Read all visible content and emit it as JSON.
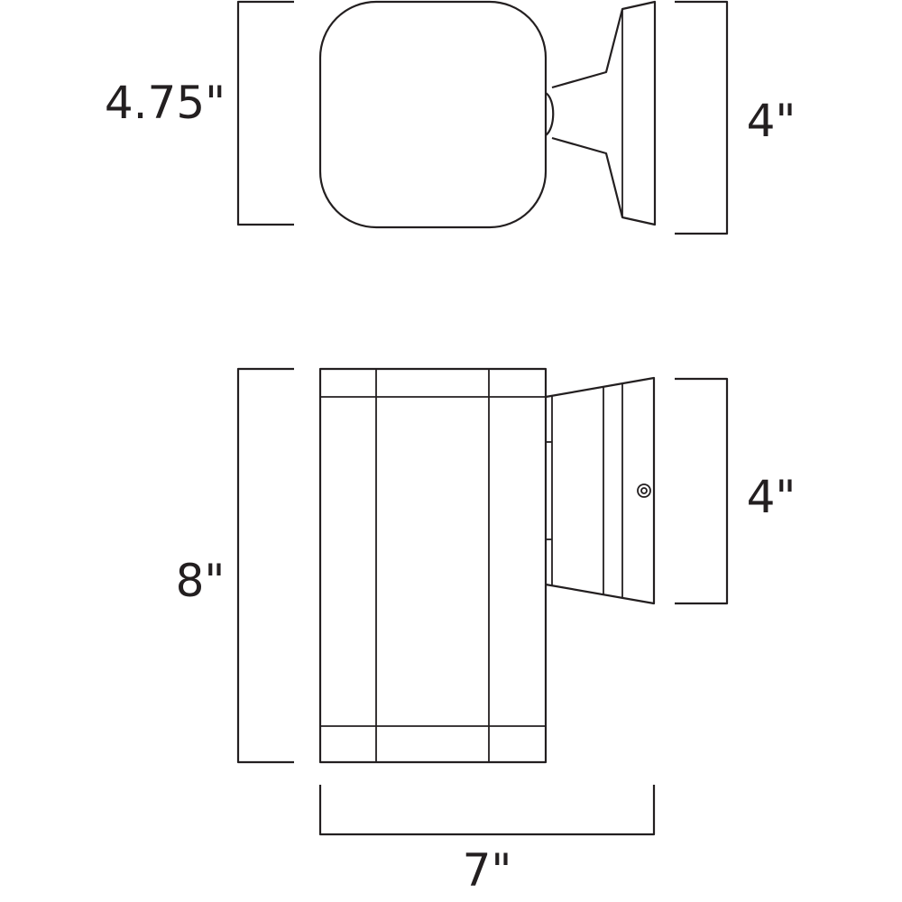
{
  "dimensions": {
    "top_height": "4.75\"",
    "top_bracket": "4\"",
    "front_height": "8\"",
    "front_bracket": "4\"",
    "width": "7\""
  },
  "colors": {
    "line": "#231f20",
    "background": "#ffffff"
  }
}
